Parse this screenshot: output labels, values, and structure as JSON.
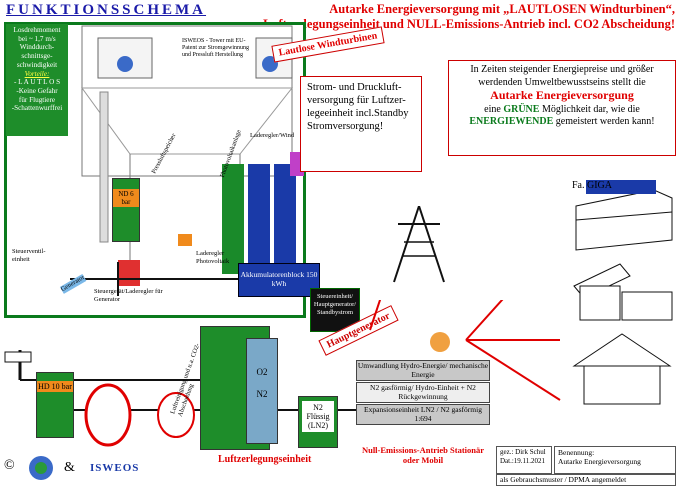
{
  "header": {
    "title": "FUNKTIONSSCHEMA",
    "headline": "Autarke Energieversorgung mit „LAUTLOSEN Windturbinen“, Luftzerlegungseinheit und NULL-Emissions-Antrieb incl. CO2 Abscheidung!"
  },
  "left_panel": {
    "lines": [
      "Losdrehmoment",
      "bei ~ 1,7 m/s",
      "Winddurch-",
      "schnittsge-",
      "schwindigkeit"
    ],
    "vorteile": "Vorteile:",
    "benefits": [
      "- L A U T L O S",
      "-Keine Gefahr",
      "für Flugtiere",
      "-Schattenwurffrei"
    ]
  },
  "tower": {
    "tagline": "ISWEOS - Tower mit EU-Patent zur Stromgewinnung und Pressluft Herstellung",
    "lautlose": "Lautlose Windturbinen",
    "callout": "Strom- und Druckluft-versorgung für Luftzer-legeeinheit incl.Standby Stromversorgung!"
  },
  "info": {
    "l1": "In Zeiten steigender Energiepreise und größer werdenden Umweltbewusstseins stellt die",
    "big": "Autarke Energieversorgung",
    "l2a": "eine ",
    "gruene": "GRÜNE",
    "l2b": " Möglichkeit dar, wie die",
    "energiewende": "ENERGIEWENDE",
    "l3": " gemeistert werden kann!"
  },
  "components": {
    "nd_label": "ND 6 bar",
    "pressluft": "Pressluftspeicher",
    "photovoltaik": "Photovoltaikanlage",
    "laderegler_wind": "Laderegler/Wind",
    "laderegler_pv": "Laderegler Photovoltaik",
    "steuerventil": "Steuerventil-einheit",
    "generator": "Generator",
    "steuergeraet": "Steuergerät/Laderegler für Generator",
    "akku": "Akkumulatorenblock 150 kWh",
    "steuer": "Steuereinheit/ Hauptgenerator/ Standbystrom",
    "hauptgenerator": "Hauptgenerator",
    "hd_label": "HD 10 bar",
    "luftreinigung": "Luftreinigung und u.a. CO2-Abscheidung",
    "o2": "O2",
    "n2": "N2",
    "n2_fluessig": "N2 Flüssig (LN2)",
    "luftzerlegung": "Luftzerlegungseinheit",
    "giga": "Fa. GIGA"
  },
  "stack": {
    "s1": "Umwandlung Hydro-Energie/ mechanische Energie",
    "s2": "N2 gasförmig/ Hydro-Einheit + N2 Rückgewinnung",
    "s3": "Expansionseinheit LN2 / N2 gasförmig 1:694",
    "null": "Null-Emissions-Antrieb Stationär oder Mobil"
  },
  "footer": {
    "author1": "gez.: Dirk Schul",
    "author2": "Dat.:19.11.2021",
    "benennung1": "Benennung:",
    "benennung2": "Autarke Energieversorgung",
    "gebrauchsmuster": "als Gebrauchsmuster / DPMA angemeldet",
    "copyright": "©",
    "amp": "&",
    "isweos": "ISWEOS"
  },
  "colors": {
    "red": "#e00000",
    "green": "#1e8d2a",
    "blue": "#1a3aa8"
  }
}
